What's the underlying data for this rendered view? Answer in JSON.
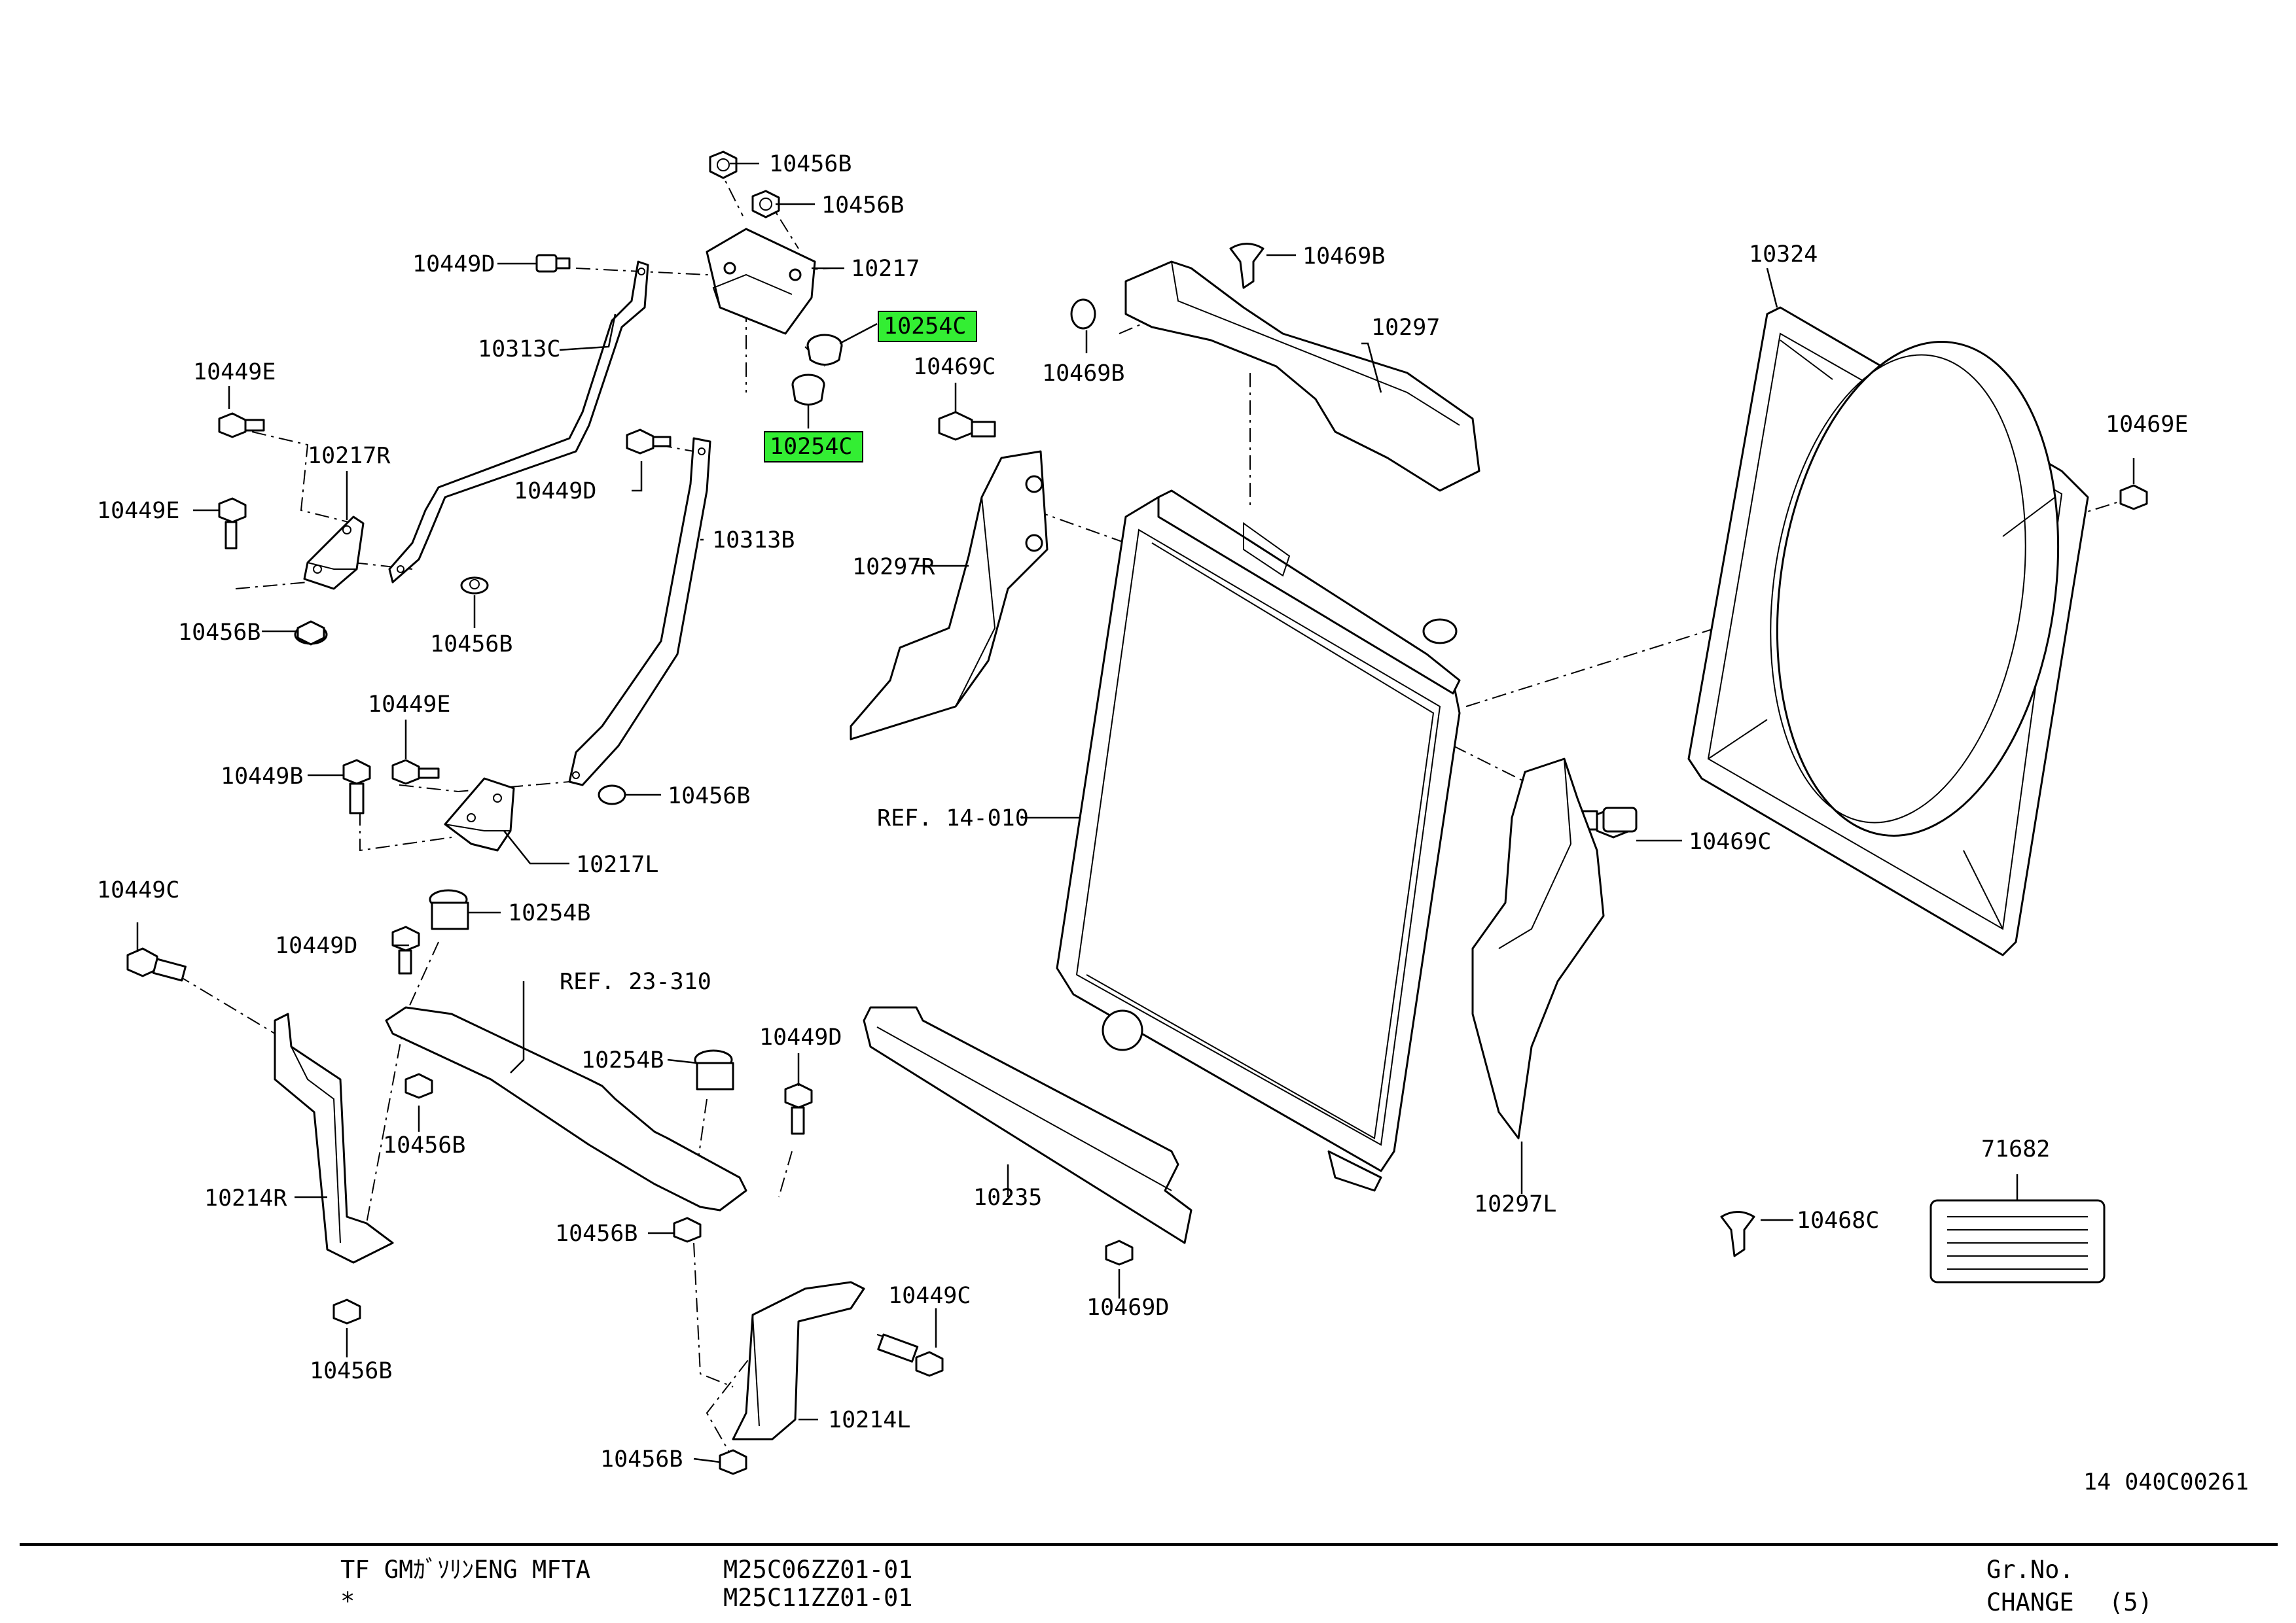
{
  "parts": [
    {
      "id": "p01",
      "text": "10456B"
    },
    {
      "id": "p02",
      "text": "10456B"
    },
    {
      "id": "p03",
      "text": "10449D"
    },
    {
      "id": "p04",
      "text": "10217"
    },
    {
      "id": "p05",
      "text": "10254C",
      "highlight": true
    },
    {
      "id": "p06",
      "text": "10313C"
    },
    {
      "id": "p07",
      "text": "10254C",
      "highlight": true
    },
    {
      "id": "p08",
      "text": "10449E"
    },
    {
      "id": "p09",
      "text": "10217R"
    },
    {
      "id": "p10",
      "text": "10449E"
    },
    {
      "id": "p11",
      "text": "10449D"
    },
    {
      "id": "p12",
      "text": "10456B"
    },
    {
      "id": "p13",
      "text": "10456B"
    },
    {
      "id": "p14",
      "text": "10313B"
    },
    {
      "id": "p15",
      "text": "10449E"
    },
    {
      "id": "p16",
      "text": "10449B"
    },
    {
      "id": "p17",
      "text": "10456B"
    },
    {
      "id": "p18",
      "text": "10217L"
    },
    {
      "id": "p19",
      "text": "10469B"
    },
    {
      "id": "p20",
      "text": "10469B"
    },
    {
      "id": "p21",
      "text": "10297"
    },
    {
      "id": "p22",
      "text": "10469C"
    },
    {
      "id": "p23",
      "text": "10297R"
    },
    {
      "id": "p24",
      "text": "REF. 14-010"
    },
    {
      "id": "p25",
      "text": "10324"
    },
    {
      "id": "p26",
      "text": "10469E"
    },
    {
      "id": "p27",
      "text": "10469C"
    },
    {
      "id": "p28",
      "text": "10449C"
    },
    {
      "id": "p29",
      "text": "10449D"
    },
    {
      "id": "p30",
      "text": "10254B"
    },
    {
      "id": "p31",
      "text": "REF. 23-310"
    },
    {
      "id": "p32",
      "text": "10254B"
    },
    {
      "id": "p33",
      "text": "10449D"
    },
    {
      "id": "p34",
      "text": "10456B"
    },
    {
      "id": "p35",
      "text": "10214R"
    },
    {
      "id": "p36",
      "text": "10456B"
    },
    {
      "id": "p37",
      "text": "10456B"
    },
    {
      "id": "p38",
      "text": "10449C"
    },
    {
      "id": "p39",
      "text": "10214L"
    },
    {
      "id": "p40",
      "text": "10456B"
    },
    {
      "id": "p41",
      "text": "10235"
    },
    {
      "id": "p42",
      "text": "10469D"
    },
    {
      "id": "p43",
      "text": "10297L"
    },
    {
      "id": "p44",
      "text": "10468C"
    },
    {
      "id": "p45",
      "text": "71682"
    }
  ],
  "highlight_color": "#33ee33",
  "figure_code": "14 040C00261",
  "footer": {
    "model_line1": "TF GMｶﾞｿﾘﾝENG MFTA",
    "model_line2": "*",
    "code_line1": "M25C06ZZ01-01",
    "code_line2": "M25C11ZZ01-01",
    "gr_no": "Gr.No.",
    "change": "CHANGE",
    "change_count": "(5)"
  }
}
